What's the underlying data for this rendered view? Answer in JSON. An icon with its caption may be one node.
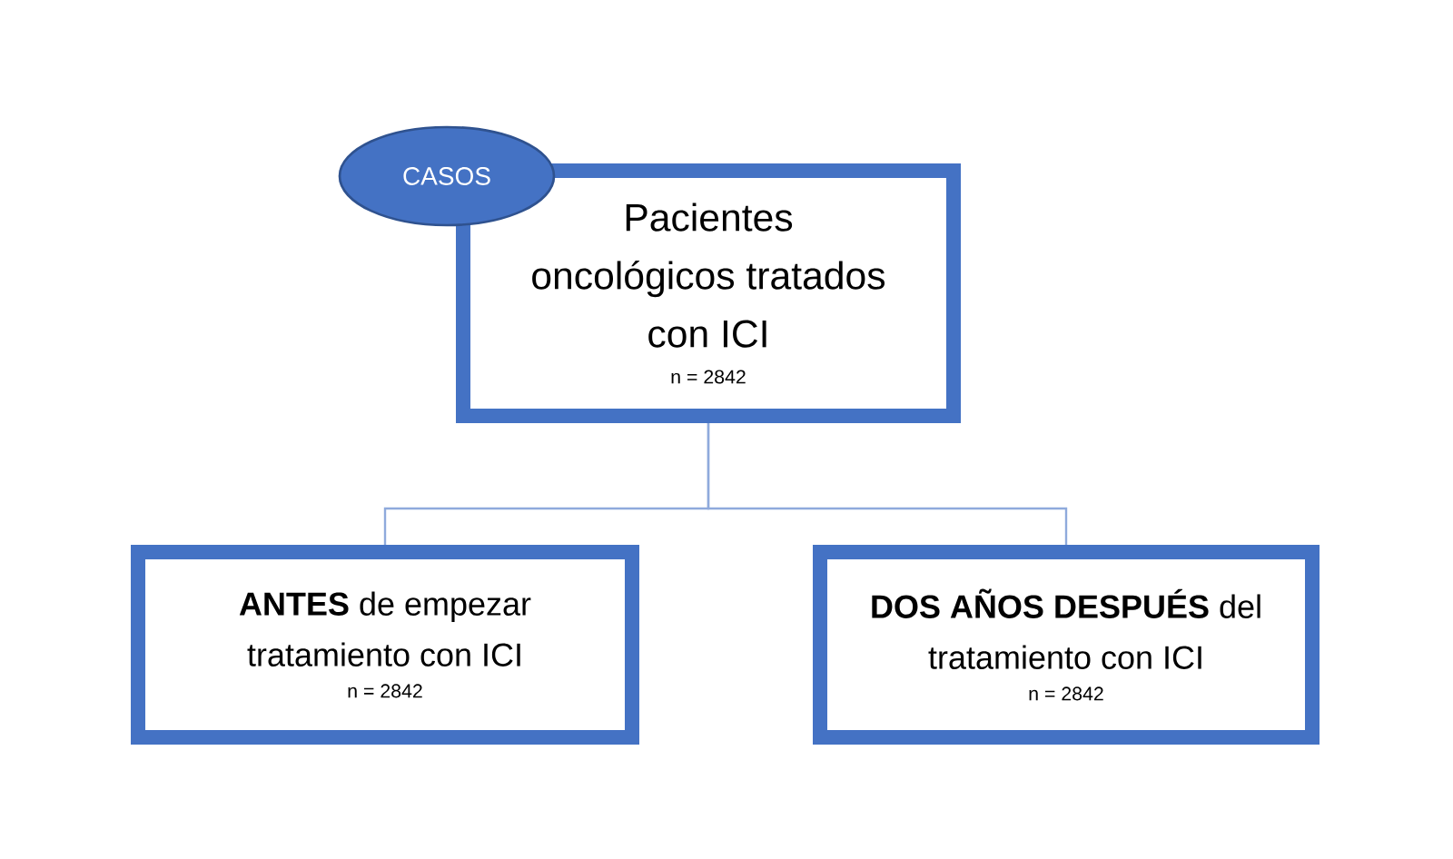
{
  "diagram": {
    "nodes": [
      {
        "text": [
          "CASOS"
        ]
      },
      {
        "text": [
          "Pacientes oncológicos tratados con ICI",
          "n = 2842"
        ]
      },
      {
        "text": [
          "**ANTES** de empezar tratamiento con ICI",
          "n = 2842"
        ]
      },
      {
        "text": [
          "**DOS AÑOS DESPUÉS** del tratamiento con ICI",
          "n = 2842"
        ]
      }
    ],
    "edges": [
      {
        "from": 1,
        "to": 2,
        "arrow": "none"
      },
      {
        "from": 1,
        "to": 3,
        "arrow": "none"
      }
    ]
  }
}
